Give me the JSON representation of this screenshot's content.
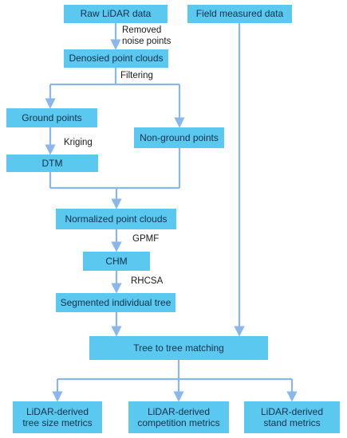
{
  "colors": {
    "box_fill": "#5bc8f0",
    "connector": "#8ab6ee",
    "text": "#12304a"
  },
  "nodes": {
    "raw_lidar": "Raw LiDAR data",
    "field_data": "Field measured data",
    "denoised": "Denosied point clouds",
    "ground": "Ground points",
    "non_ground": "Non-ground points",
    "dtm": "DTM",
    "normalized": "Normalized point clouds",
    "chm": "CHM",
    "segmented": "Segmented individual tree",
    "matching": "Tree to tree matching",
    "tree_size": "LiDAR-derived\ntree size metrics",
    "competition": "LiDAR-derived\ncompetition metrics",
    "stand": "LiDAR-derived\nstand metrics"
  },
  "edge_labels": {
    "removed_noise": "Removed\nnoise points",
    "filtering": "Filtering",
    "kriging": "Kriging",
    "gpmf": "GPMF",
    "rhcsa": "RHCSA"
  }
}
